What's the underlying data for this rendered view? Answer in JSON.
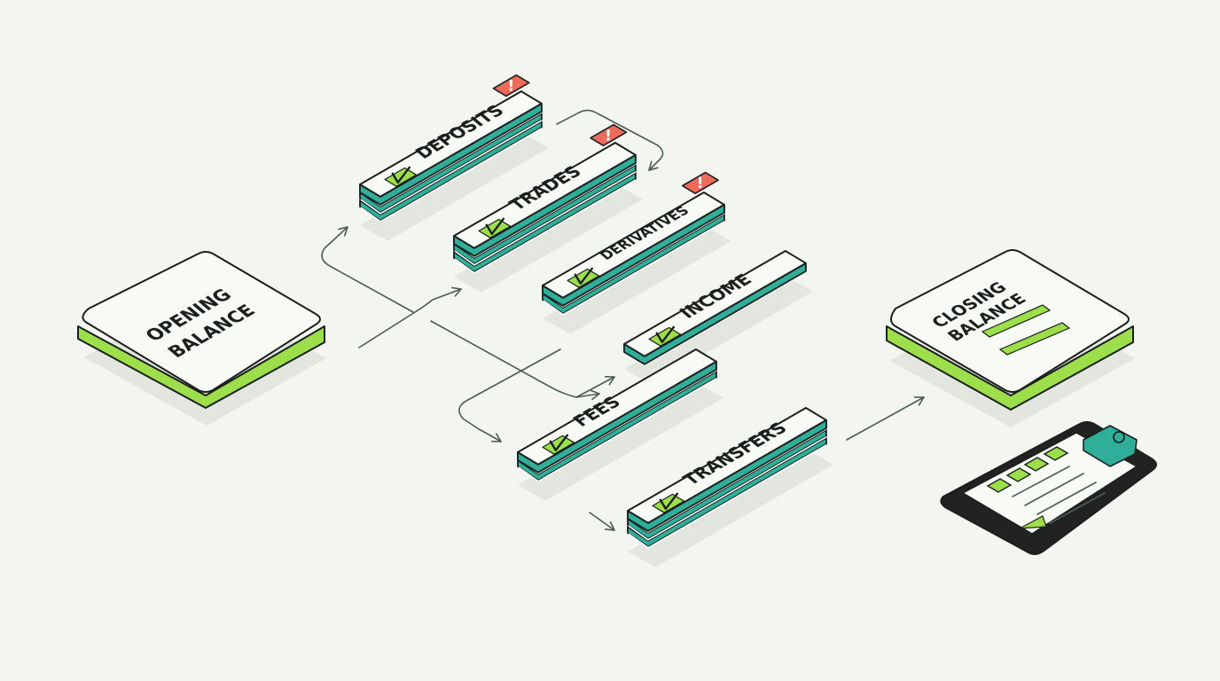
{
  "colors": {
    "background": "#f3f5f0",
    "card_face": "#f8faf6",
    "outline": "#1b1f1d",
    "teal": "#2fae9a",
    "lime": "#9ddf4a",
    "check_bg": "#9ddf4a",
    "alert": "#ee6b5b",
    "arrow": "#4d5b57",
    "clipboard": "#202322",
    "shadow": "#e3e5df"
  },
  "opening_balance": {
    "line1": "OPENING",
    "line2": "BALANCE"
  },
  "closing_balance": {
    "line1": "CLOSING",
    "line2": "BALANCE"
  },
  "categories": [
    {
      "label": "DEPOSITS",
      "status_icon": "check-icon",
      "alert": "!"
    },
    {
      "label": "TRADES",
      "status_icon": "check-icon",
      "alert": "!"
    },
    {
      "label": "DERIVATIVES",
      "status_icon": "check-icon",
      "alert": "!"
    },
    {
      "label": "INCOME",
      "status_icon": "check-icon",
      "alert": ""
    },
    {
      "label": "FEES",
      "status_icon": "check-icon",
      "alert": ""
    },
    {
      "label": "TRANSFERS",
      "status_icon": "check-icon",
      "alert": ""
    }
  ],
  "clipboard": {
    "icon": "clipboard-checklist-icon"
  }
}
